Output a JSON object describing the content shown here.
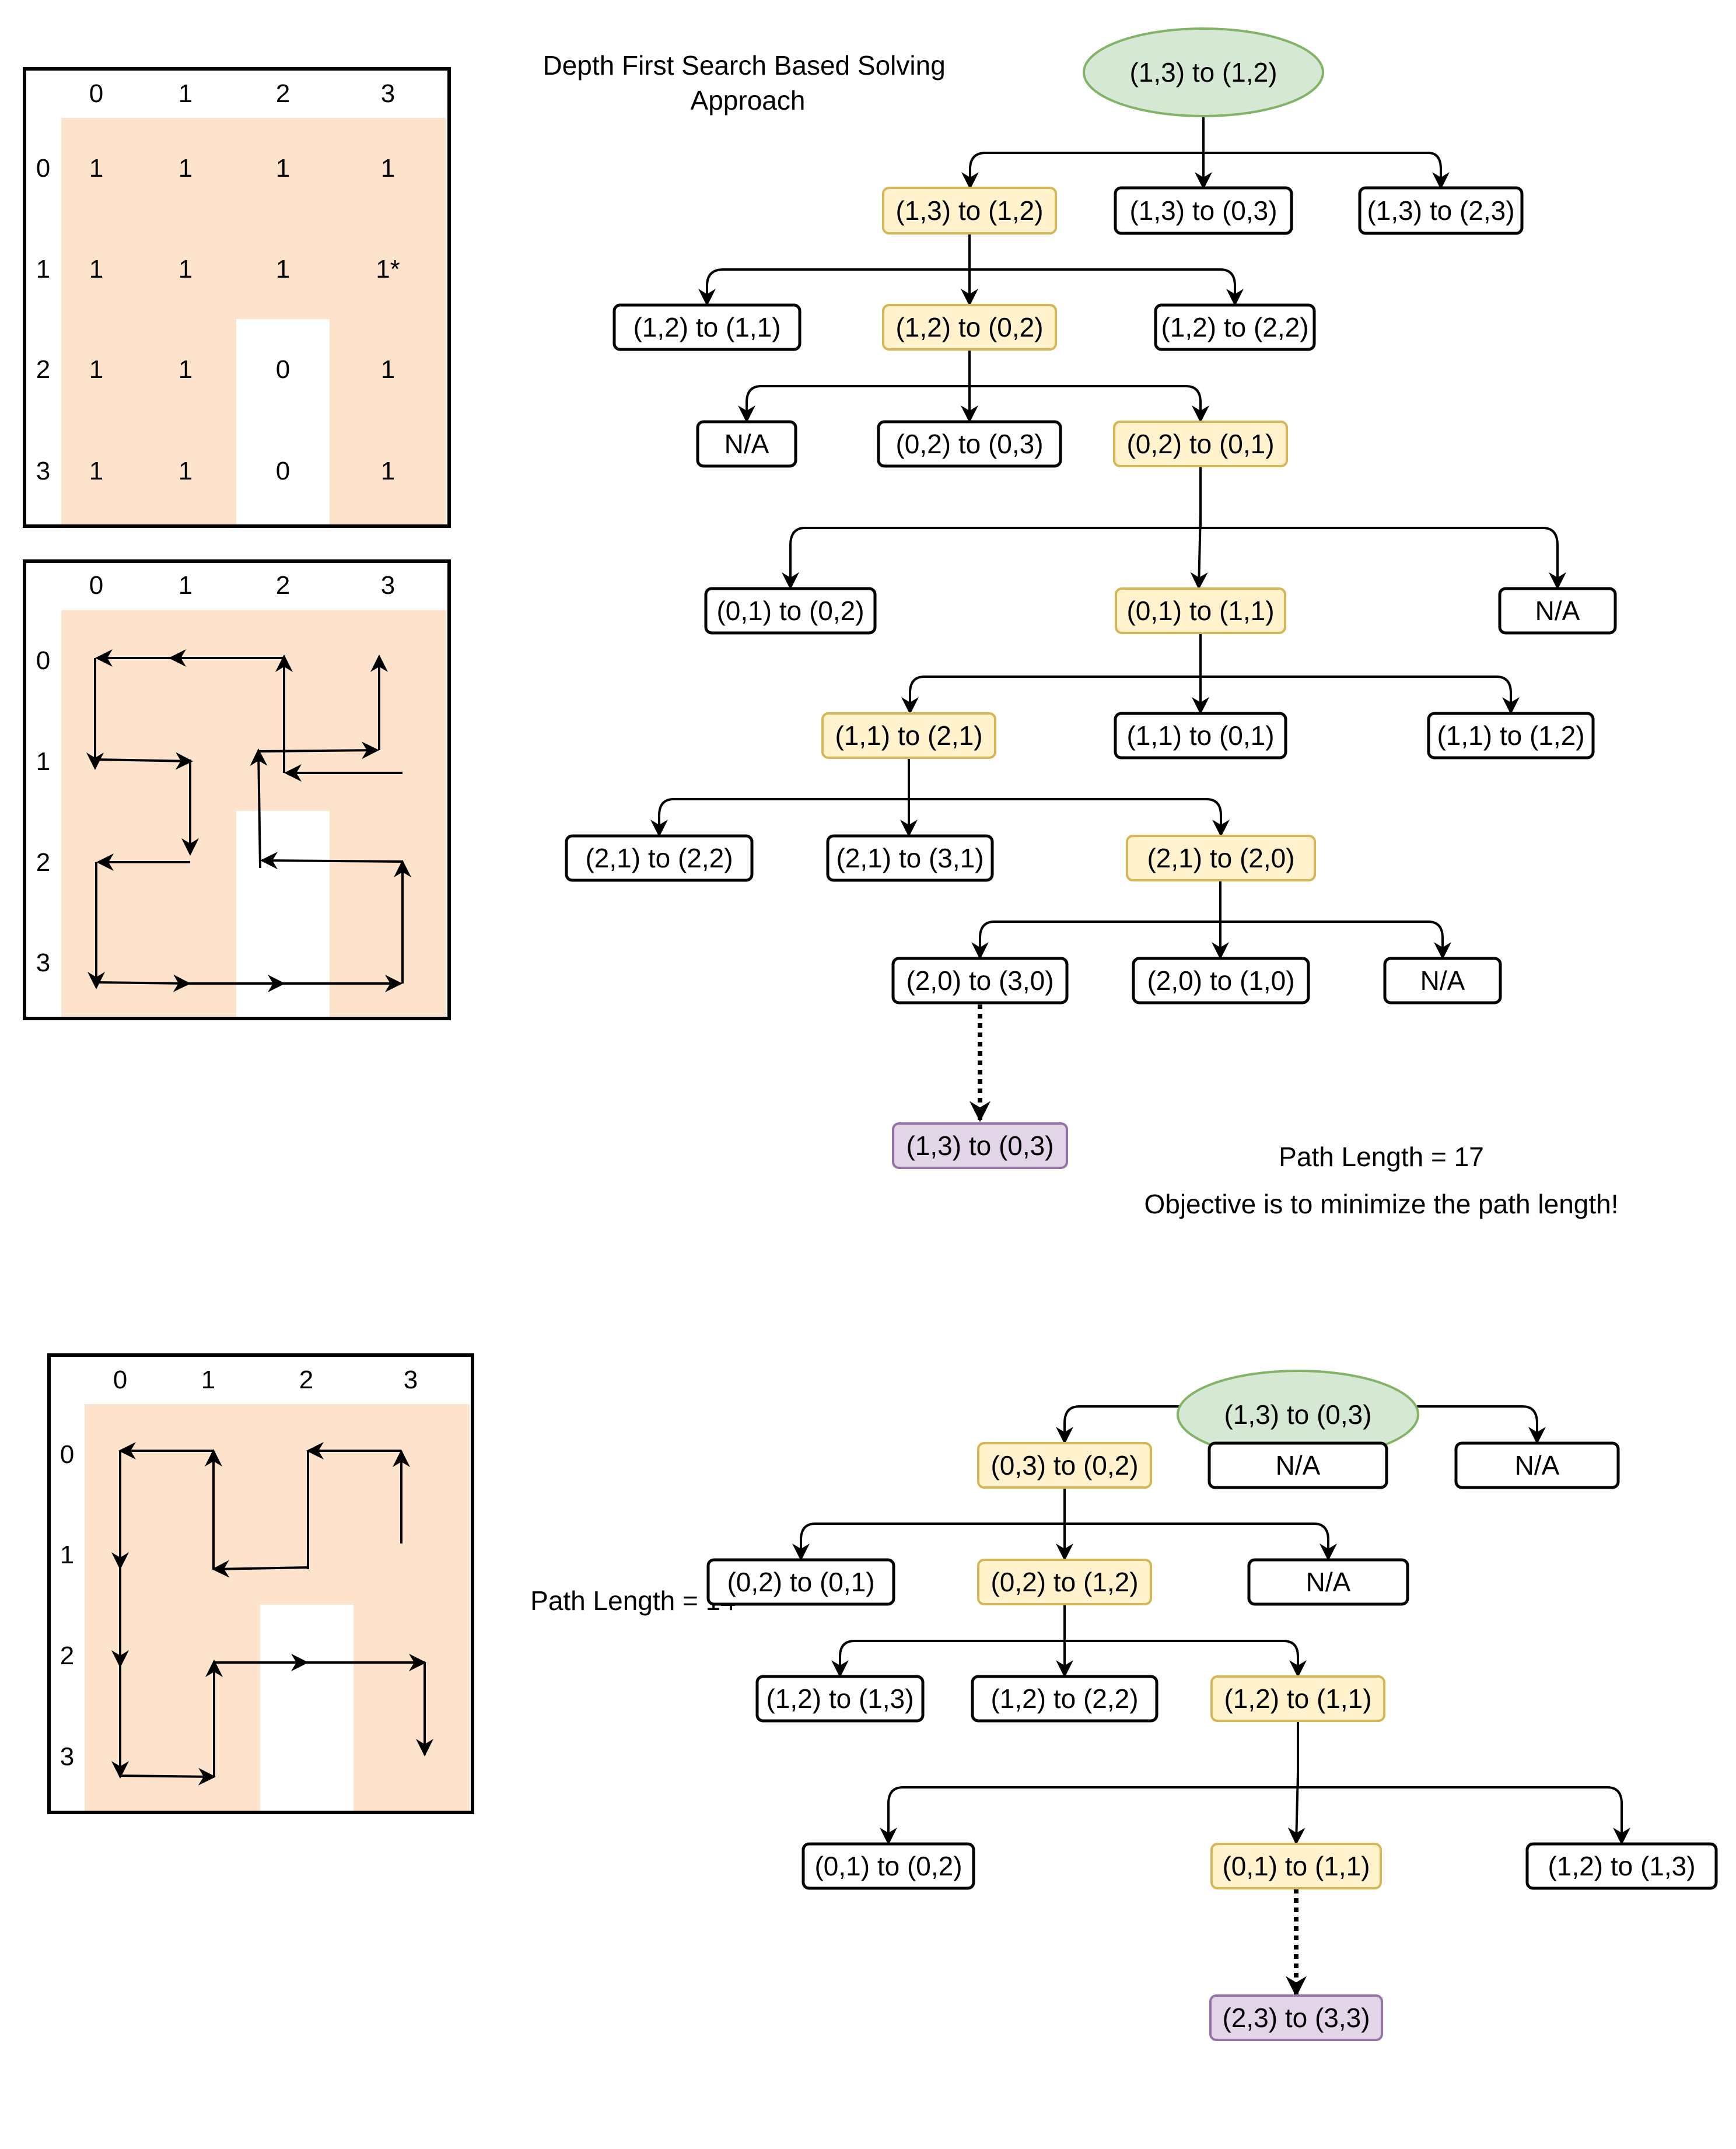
{
  "colors": {
    "cell": "#fde3cc",
    "wall": "#ffffff",
    "root_fill": "#d5e8d4",
    "root_stroke": "#82b366",
    "path_fill": "#fff2cc",
    "path_stroke": "#d6b656",
    "goal_fill": "#e1d5e7",
    "goal_stroke": "#9673a6",
    "plain_fill": "#ffffff",
    "plain_stroke": "#000000"
  },
  "grid_values": {
    "headers": [
      "0",
      "1",
      "2",
      "3"
    ],
    "rows": [
      [
        "1",
        "1",
        "1",
        "1"
      ],
      [
        "1",
        "1",
        "1",
        "1*"
      ],
      [
        "1",
        "1",
        "0",
        "1"
      ],
      [
        "1",
        "1",
        "0",
        "1"
      ]
    ]
  },
  "grid_paths": {
    "headers": [
      "0",
      "1",
      "2",
      "3"
    ]
  },
  "grid_paths_2": {
    "headers": [
      "0",
      "1",
      "2",
      "3"
    ]
  },
  "text": {
    "title": "Depth First Search Based Solving\nApproach",
    "path_length_1": "Path Length = 17",
    "objective": "Objective is to minimize the path length!",
    "path_length_2": "Path Length = 14"
  },
  "tree1": [
    {
      "id": "a0",
      "label": "(1,3) to (1,2)",
      "kind": "root"
    },
    {
      "id": "a1",
      "label": "(1,3) to (1,2)",
      "kind": "path"
    },
    {
      "id": "a2",
      "label": "(1,3) to (0,3)",
      "kind": "plain"
    },
    {
      "id": "a3",
      "label": "(1,3) to (2,3)",
      "kind": "plain"
    },
    {
      "id": "b1",
      "label": "(1,2) to (1,1)",
      "kind": "plain"
    },
    {
      "id": "b2",
      "label": "(1,2) to (0,2)",
      "kind": "path"
    },
    {
      "id": "b3",
      "label": "(1,2) to (2,2)",
      "kind": "plain"
    },
    {
      "id": "c1",
      "label": "N/A",
      "kind": "plain"
    },
    {
      "id": "c2",
      "label": "(0,2) to (0,3)",
      "kind": "plain"
    },
    {
      "id": "c3",
      "label": "(0,2) to (0,1)",
      "kind": "path"
    },
    {
      "id": "d1",
      "label": "(0,1) to (0,2)",
      "kind": "plain"
    },
    {
      "id": "d2",
      "label": "(0,1) to (1,1)",
      "kind": "path"
    },
    {
      "id": "d3",
      "label": "N/A",
      "kind": "plain"
    },
    {
      "id": "e1",
      "label": "(1,1) to (2,1)",
      "kind": "path"
    },
    {
      "id": "e2",
      "label": "(1,1) to (0,1)",
      "kind": "plain"
    },
    {
      "id": "e3",
      "label": "(1,1) to (1,2)",
      "kind": "plain"
    },
    {
      "id": "f1",
      "label": "(2,1) to (2,2)",
      "kind": "plain"
    },
    {
      "id": "f2",
      "label": "(2,1) to (3,1)",
      "kind": "plain"
    },
    {
      "id": "f3",
      "label": "(2,1) to (2,0)",
      "kind": "path"
    },
    {
      "id": "g1",
      "label": "(2,0) to (3,0)",
      "kind": "plain"
    },
    {
      "id": "g2",
      "label": "(2,0) to (1,0)",
      "kind": "plain"
    },
    {
      "id": "g3",
      "label": "N/A",
      "kind": "plain"
    },
    {
      "id": "h1",
      "label": "(1,3) to (0,3)",
      "kind": "goal"
    }
  ],
  "tree2": [
    {
      "id": "p0",
      "label": "(1,3) to (0,3)",
      "kind": "root"
    },
    {
      "id": "p1",
      "label": "(0,3) to (0,2)",
      "kind": "path"
    },
    {
      "id": "p2",
      "label": "N/A",
      "kind": "plain"
    },
    {
      "id": "p3",
      "label": "N/A",
      "kind": "plain"
    },
    {
      "id": "q1",
      "label": "(0,2) to (0,1)",
      "kind": "plain"
    },
    {
      "id": "q2",
      "label": "(0,2) to (1,2)",
      "kind": "path"
    },
    {
      "id": "q3",
      "label": "N/A",
      "kind": "plain"
    },
    {
      "id": "r1",
      "label": "(1,2) to (1,3)",
      "kind": "plain"
    },
    {
      "id": "r2",
      "label": "(1,2) to (2,2)",
      "kind": "plain"
    },
    {
      "id": "r3",
      "label": "(1,2) to (1,1)",
      "kind": "path"
    },
    {
      "id": "s1",
      "label": "(0,1) to (0,2)",
      "kind": "plain"
    },
    {
      "id": "s2",
      "label": "(0,1) to (1,1)",
      "kind": "path"
    },
    {
      "id": "s3",
      "label": "(1,2) to (1,3)",
      "kind": "plain"
    },
    {
      "id": "t1",
      "label": "(2,3) to (3,3)",
      "kind": "goal"
    }
  ]
}
